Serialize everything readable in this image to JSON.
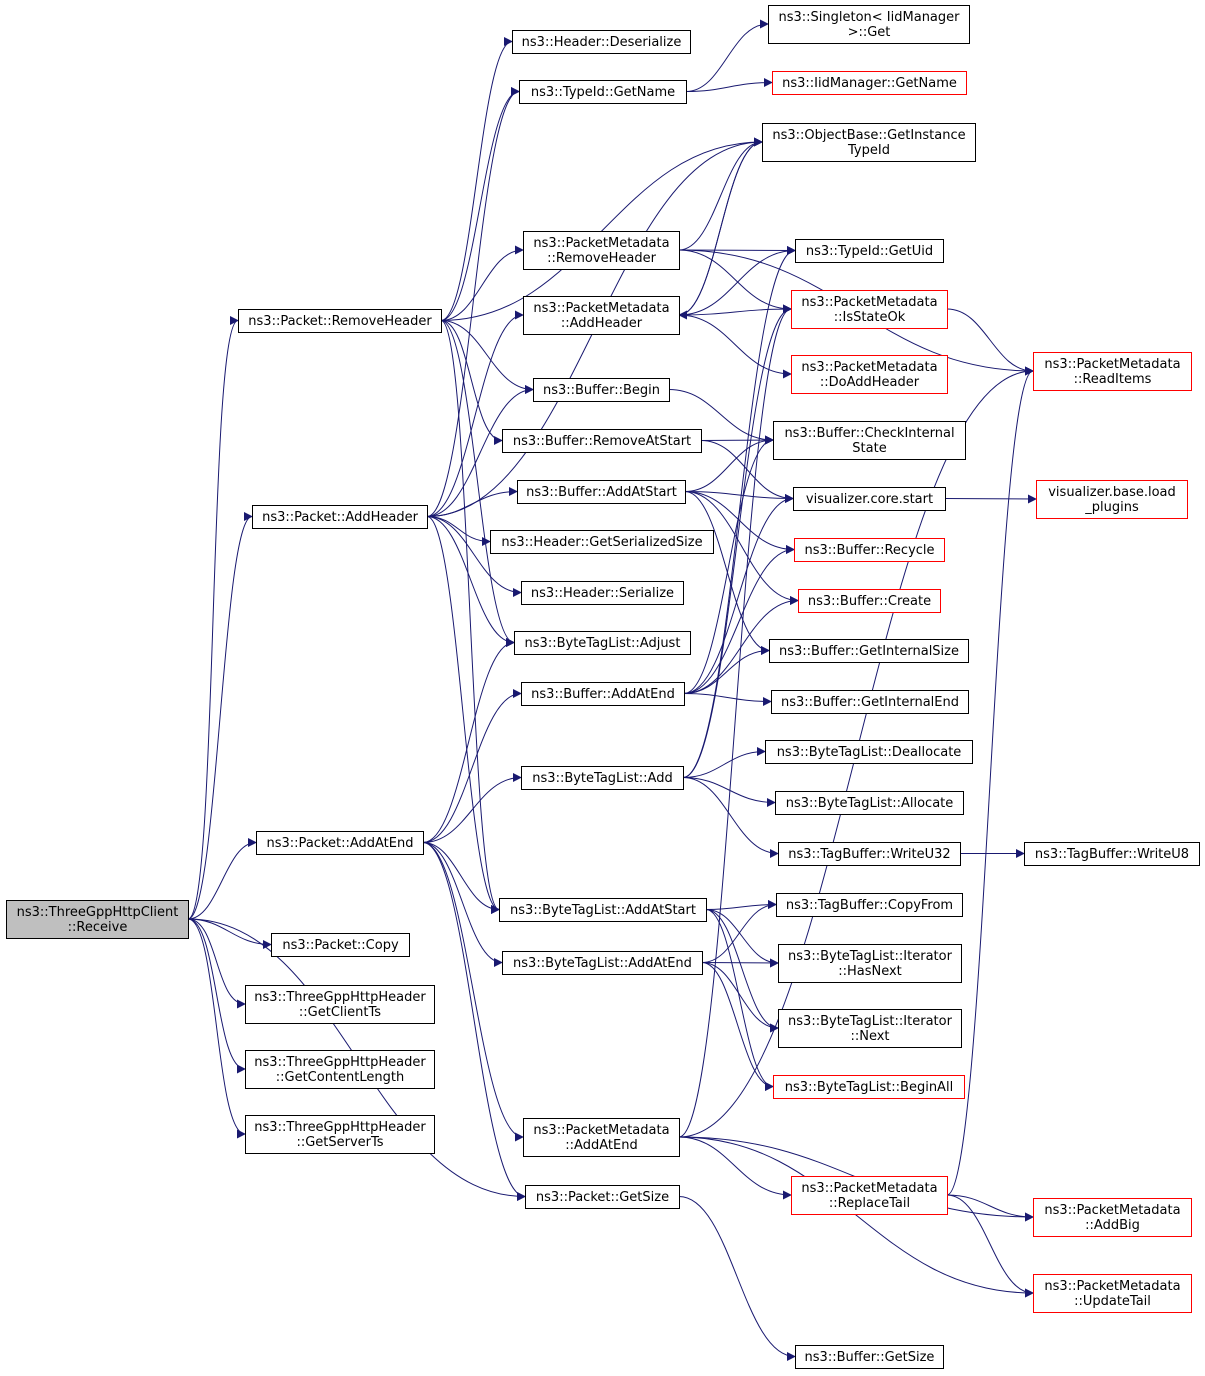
{
  "graph": {
    "type": "call-graph",
    "edge_color": "#191970",
    "node_border_default": "#000000",
    "node_border_undocumented": "#ff0000",
    "root_fill": "#bfbfbf",
    "nodes": [
      {
        "id": "root",
        "lines": [
          "ns3::ThreeGppHttpClient",
          "::Receive"
        ],
        "style": "root"
      },
      {
        "id": "removeHeader",
        "lines": [
          "ns3::Packet::RemoveHeader"
        ],
        "style": "normal"
      },
      {
        "id": "addHeader",
        "lines": [
          "ns3::Packet::AddHeader"
        ],
        "style": "normal"
      },
      {
        "id": "addAtEnd",
        "lines": [
          "ns3::Packet::AddAtEnd"
        ],
        "style": "normal"
      },
      {
        "id": "copy",
        "lines": [
          "ns3::Packet::Copy"
        ],
        "style": "normal"
      },
      {
        "id": "getClientTs",
        "lines": [
          "ns3::ThreeGppHttpHeader",
          "::GetClientTs"
        ],
        "style": "normal"
      },
      {
        "id": "getContentLength",
        "lines": [
          "ns3::ThreeGppHttpHeader",
          "::GetContentLength"
        ],
        "style": "normal"
      },
      {
        "id": "getServerTs",
        "lines": [
          "ns3::ThreeGppHttpHeader",
          "::GetServerTs"
        ],
        "style": "normal"
      },
      {
        "id": "headerDeserialize",
        "lines": [
          "ns3::Header::Deserialize"
        ],
        "style": "normal"
      },
      {
        "id": "typeIdGetName",
        "lines": [
          "ns3::TypeId::GetName"
        ],
        "style": "normal"
      },
      {
        "id": "pmRemoveHeader",
        "lines": [
          "ns3::PacketMetadata",
          "::RemoveHeader"
        ],
        "style": "normal"
      },
      {
        "id": "pmAddHeader",
        "lines": [
          "ns3::PacketMetadata",
          "::AddHeader"
        ],
        "style": "normal"
      },
      {
        "id": "bufferBegin",
        "lines": [
          "ns3::Buffer::Begin"
        ],
        "style": "normal"
      },
      {
        "id": "bufferRemoveAtStart",
        "lines": [
          "ns3::Buffer::RemoveAtStart"
        ],
        "style": "normal"
      },
      {
        "id": "bufferAddAtStart",
        "lines": [
          "ns3::Buffer::AddAtStart"
        ],
        "style": "normal"
      },
      {
        "id": "headerGetSerializedSize",
        "lines": [
          "ns3::Header::GetSerializedSize"
        ],
        "style": "normal"
      },
      {
        "id": "headerSerialize",
        "lines": [
          "ns3::Header::Serialize"
        ],
        "style": "normal"
      },
      {
        "id": "btlAdjust",
        "lines": [
          "ns3::ByteTagList::Adjust"
        ],
        "style": "normal"
      },
      {
        "id": "bufferAddAtEnd",
        "lines": [
          "ns3::Buffer::AddAtEnd"
        ],
        "style": "normal"
      },
      {
        "id": "btlAdd",
        "lines": [
          "ns3::ByteTagList::Add"
        ],
        "style": "normal"
      },
      {
        "id": "btlAddAtStart",
        "lines": [
          "ns3::ByteTagList::AddAtStart"
        ],
        "style": "normal"
      },
      {
        "id": "btlAddAtEnd",
        "lines": [
          "ns3::ByteTagList::AddAtEnd"
        ],
        "style": "normal"
      },
      {
        "id": "pmAddAtEnd",
        "lines": [
          "ns3::PacketMetadata",
          "::AddAtEnd"
        ],
        "style": "normal"
      },
      {
        "id": "packetGetSize",
        "lines": [
          "ns3::Packet::GetSize"
        ],
        "style": "normal"
      },
      {
        "id": "singletonGet",
        "lines": [
          "ns3::Singleton< IidManager",
          " >::Get"
        ],
        "style": "normal"
      },
      {
        "id": "iidGetName",
        "lines": [
          "ns3::IidManager::GetName"
        ],
        "style": "red"
      },
      {
        "id": "objGetInstanceTypeId",
        "lines": [
          "ns3::ObjectBase::GetInstance",
          "TypeId"
        ],
        "style": "normal"
      },
      {
        "id": "typeIdGetUid",
        "lines": [
          "ns3::TypeId::GetUid"
        ],
        "style": "normal"
      },
      {
        "id": "pmIsStateOk",
        "lines": [
          "ns3::PacketMetadata",
          "::IsStateOk"
        ],
        "style": "red"
      },
      {
        "id": "pmDoAddHeader",
        "lines": [
          "ns3::PacketMetadata",
          "::DoAddHeader"
        ],
        "style": "red"
      },
      {
        "id": "bufferCheckInternalState",
        "lines": [
          "ns3::Buffer::CheckInternal",
          "State"
        ],
        "style": "normal"
      },
      {
        "id": "vizCoreStart",
        "lines": [
          "visualizer.core.start"
        ],
        "style": "normal"
      },
      {
        "id": "bufferRecycle",
        "lines": [
          "ns3::Buffer::Recycle"
        ],
        "style": "red"
      },
      {
        "id": "bufferCreate",
        "lines": [
          "ns3::Buffer::Create"
        ],
        "style": "red"
      },
      {
        "id": "bufferGetInternalSize",
        "lines": [
          "ns3::Buffer::GetInternalSize"
        ],
        "style": "normal"
      },
      {
        "id": "bufferGetInternalEnd",
        "lines": [
          "ns3::Buffer::GetInternalEnd"
        ],
        "style": "normal"
      },
      {
        "id": "btlDeallocate",
        "lines": [
          "ns3::ByteTagList::Deallocate"
        ],
        "style": "normal"
      },
      {
        "id": "btlAllocate",
        "lines": [
          "ns3::ByteTagList::Allocate"
        ],
        "style": "normal"
      },
      {
        "id": "tagBufWriteU32",
        "lines": [
          "ns3::TagBuffer::WriteU32"
        ],
        "style": "normal"
      },
      {
        "id": "tagBufCopyFrom",
        "lines": [
          "ns3::TagBuffer::CopyFrom"
        ],
        "style": "normal"
      },
      {
        "id": "btlIterHasNext",
        "lines": [
          "ns3::ByteTagList::Iterator",
          "::HasNext"
        ],
        "style": "normal"
      },
      {
        "id": "btlIterNext",
        "lines": [
          "ns3::ByteTagList::Iterator",
          "::Next"
        ],
        "style": "normal"
      },
      {
        "id": "btlBeginAll",
        "lines": [
          "ns3::ByteTagList::BeginAll"
        ],
        "style": "red"
      },
      {
        "id": "pmReplaceTail",
        "lines": [
          "ns3::PacketMetadata",
          "::ReplaceTail"
        ],
        "style": "red"
      },
      {
        "id": "bufferGetSize",
        "lines": [
          "ns3::Buffer::GetSize"
        ],
        "style": "normal"
      },
      {
        "id": "pmReadItems",
        "lines": [
          "ns3::PacketMetadata",
          "::ReadItems"
        ],
        "style": "red"
      },
      {
        "id": "vizBaseLoadPlugins",
        "lines": [
          "visualizer.base.load",
          "_plugins"
        ],
        "style": "red"
      },
      {
        "id": "tagBufWriteU8",
        "lines": [
          "ns3::TagBuffer::WriteU8"
        ],
        "style": "normal"
      },
      {
        "id": "pmAddBig",
        "lines": [
          "ns3::PacketMetadata",
          "::AddBig"
        ],
        "style": "red"
      },
      {
        "id": "pmUpdateTail",
        "lines": [
          "ns3::PacketMetadata",
          "::UpdateTail"
        ],
        "style": "red"
      }
    ],
    "edges": [
      [
        "root",
        "removeHeader"
      ],
      [
        "root",
        "addHeader"
      ],
      [
        "root",
        "addAtEnd"
      ],
      [
        "root",
        "copy"
      ],
      [
        "root",
        "getClientTs"
      ],
      [
        "root",
        "getContentLength"
      ],
      [
        "root",
        "getServerTs"
      ],
      [
        "root",
        "packetGetSize"
      ],
      [
        "removeHeader",
        "headerDeserialize"
      ],
      [
        "removeHeader",
        "typeIdGetName"
      ],
      [
        "removeHeader",
        "objGetInstanceTypeId"
      ],
      [
        "removeHeader",
        "pmRemoveHeader"
      ],
      [
        "removeHeader",
        "bufferBegin"
      ],
      [
        "removeHeader",
        "bufferRemoveAtStart"
      ],
      [
        "removeHeader",
        "btlAdjust"
      ],
      [
        "removeHeader",
        "btlAddAtStart"
      ],
      [
        "addHeader",
        "typeIdGetName"
      ],
      [
        "addHeader",
        "objGetInstanceTypeId"
      ],
      [
        "addHeader",
        "pmAddHeader"
      ],
      [
        "addHeader",
        "bufferBegin"
      ],
      [
        "addHeader",
        "bufferAddAtStart"
      ],
      [
        "addHeader",
        "headerGetSerializedSize"
      ],
      [
        "addHeader",
        "headerSerialize"
      ],
      [
        "addHeader",
        "btlAdjust"
      ],
      [
        "addHeader",
        "btlAddAtStart"
      ],
      [
        "addAtEnd",
        "btlAdjust"
      ],
      [
        "addAtEnd",
        "bufferAddAtEnd"
      ],
      [
        "addAtEnd",
        "btlAdd"
      ],
      [
        "addAtEnd",
        "btlAddAtStart"
      ],
      [
        "addAtEnd",
        "btlAddAtEnd"
      ],
      [
        "addAtEnd",
        "pmAddAtEnd"
      ],
      [
        "addAtEnd",
        "packetGetSize"
      ],
      [
        "typeIdGetName",
        "singletonGet"
      ],
      [
        "typeIdGetName",
        "iidGetName"
      ],
      [
        "pmRemoveHeader",
        "objGetInstanceTypeId"
      ],
      [
        "pmRemoveHeader",
        "typeIdGetUid"
      ],
      [
        "pmRemoveHeader",
        "pmIsStateOk"
      ],
      [
        "pmRemoveHeader",
        "pmReadItems"
      ],
      [
        "pmAddHeader",
        "objGetInstanceTypeId"
      ],
      [
        "pmAddHeader",
        "typeIdGetUid"
      ],
      [
        "pmAddHeader",
        "pmIsStateOk"
      ],
      [
        "pmAddHeader",
        "pmDoAddHeader"
      ],
      [
        "bufferBegin",
        "bufferCheckInternalState"
      ],
      [
        "bufferRemoveAtStart",
        "bufferCheckInternalState"
      ],
      [
        "bufferRemoveAtStart",
        "vizCoreStart"
      ],
      [
        "bufferAddAtStart",
        "bufferCheckInternalState"
      ],
      [
        "bufferAddAtStart",
        "vizCoreStart"
      ],
      [
        "bufferAddAtStart",
        "bufferRecycle"
      ],
      [
        "bufferAddAtStart",
        "bufferCreate"
      ],
      [
        "bufferAddAtStart",
        "bufferGetInternalSize"
      ],
      [
        "bufferAddAtEnd",
        "bufferCheckInternalState"
      ],
      [
        "bufferAddAtEnd",
        "vizCoreStart"
      ],
      [
        "bufferAddAtEnd",
        "bufferRecycle"
      ],
      [
        "bufferAddAtEnd",
        "bufferCreate"
      ],
      [
        "bufferAddAtEnd",
        "bufferGetInternalSize"
      ],
      [
        "bufferAddAtEnd",
        "bufferGetInternalEnd"
      ],
      [
        "btlAdd",
        "btlDeallocate"
      ],
      [
        "btlAdd",
        "btlAllocate"
      ],
      [
        "btlAdd",
        "tagBufWriteU32"
      ],
      [
        "btlAdd",
        "pmIsStateOk"
      ],
      [
        "btlAdd",
        "typeIdGetUid"
      ],
      [
        "btlAddAtStart",
        "tagBufCopyFrom"
      ],
      [
        "btlAddAtStart",
        "btlIterHasNext"
      ],
      [
        "btlAddAtStart",
        "btlIterNext"
      ],
      [
        "btlAddAtStart",
        "btlBeginAll"
      ],
      [
        "btlAddAtEnd",
        "tagBufCopyFrom"
      ],
      [
        "btlAddAtEnd",
        "btlIterHasNext"
      ],
      [
        "btlAddAtEnd",
        "btlIterNext"
      ],
      [
        "btlAddAtEnd",
        "btlBeginAll"
      ],
      [
        "pmAddAtEnd",
        "pmReadItems"
      ],
      [
        "pmAddAtEnd",
        "pmReplaceTail"
      ],
      [
        "pmAddAtEnd",
        "pmAddBig"
      ],
      [
        "pmAddAtEnd",
        "pmUpdateTail"
      ],
      [
        "pmAddAtEnd",
        "pmIsStateOk"
      ],
      [
        "pmReplaceTail",
        "pmAddBig"
      ],
      [
        "pmReplaceTail",
        "pmUpdateTail"
      ],
      [
        "pmReplaceTail",
        "pmReadItems"
      ],
      [
        "packetGetSize",
        "bufferGetSize"
      ],
      [
        "objGetInstanceTypeId",
        "pmAddHeader"
      ],
      [
        "pmIsStateOk",
        "pmReadItems"
      ],
      [
        "vizCoreStart",
        "vizBaseLoadPlugins"
      ],
      [
        "tagBufWriteU32",
        "tagBufWriteU8"
      ]
    ]
  }
}
